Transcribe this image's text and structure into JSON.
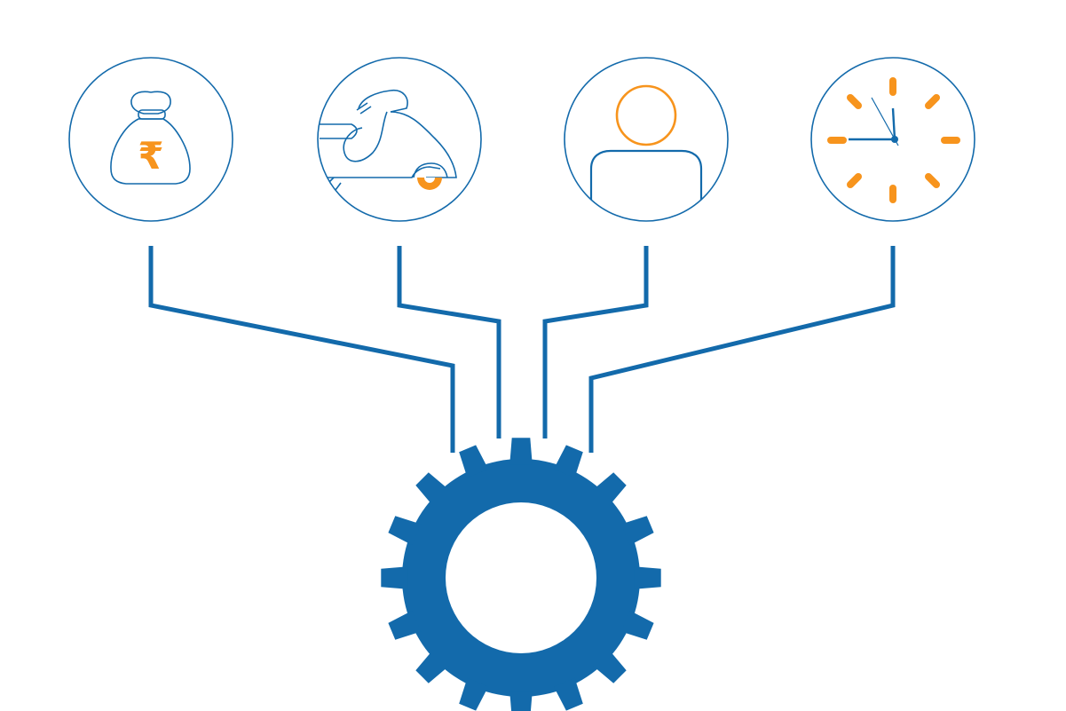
{
  "colors": {
    "primary": "#136aab",
    "accent": "#f7941d",
    "background": "#ffffff"
  },
  "nodes": [
    {
      "id": "money",
      "icon": "money-bag-rupee-icon",
      "glyph": "₹"
    },
    {
      "id": "scooter",
      "icon": "scooter-icon"
    },
    {
      "id": "person",
      "icon": "person-icon"
    },
    {
      "id": "clock",
      "icon": "clock-icon"
    }
  ],
  "hub": {
    "icon": "gear-icon"
  }
}
